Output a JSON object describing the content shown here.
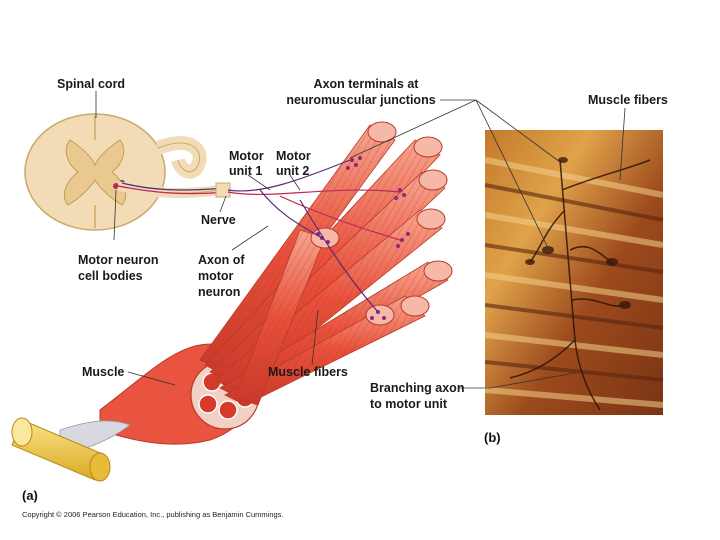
{
  "labels": {
    "spinal_cord": "Spinal cord",
    "axon_terminals_1": "Axon terminals at",
    "axon_terminals_2": "neuromuscular junctions",
    "muscle_fibers_b": "Muscle fibers",
    "motor_unit1_a": "Motor",
    "motor_unit1_b": "unit 1",
    "motor_unit2_a": "Motor",
    "motor_unit2_b": "unit 2",
    "nerve": "Nerve",
    "motor_neuron_1": "Motor neuron",
    "motor_neuron_2": "cell bodies",
    "axon_1": "Axon of",
    "axon_2": "motor",
    "axon_3": "neuron",
    "muscle": "Muscle",
    "muscle_fibers_a": "Muscle fibers",
    "branching_1": "Branching axon",
    "branching_2": "to motor unit"
  },
  "panels": {
    "a": "(a)",
    "b": "(b)"
  },
  "copyright": "Copyright © 2006 Pearson Education, Inc., publishing as Benjamin Cummings.",
  "colors": {
    "muscle": "#e8543f",
    "muscle_light": "#f3a08c",
    "spinal": "#f2dcb6",
    "gray_matter": "#e9c98f",
    "nerve": "#8a3a7a",
    "tendon": "#f0cf4a"
  }
}
